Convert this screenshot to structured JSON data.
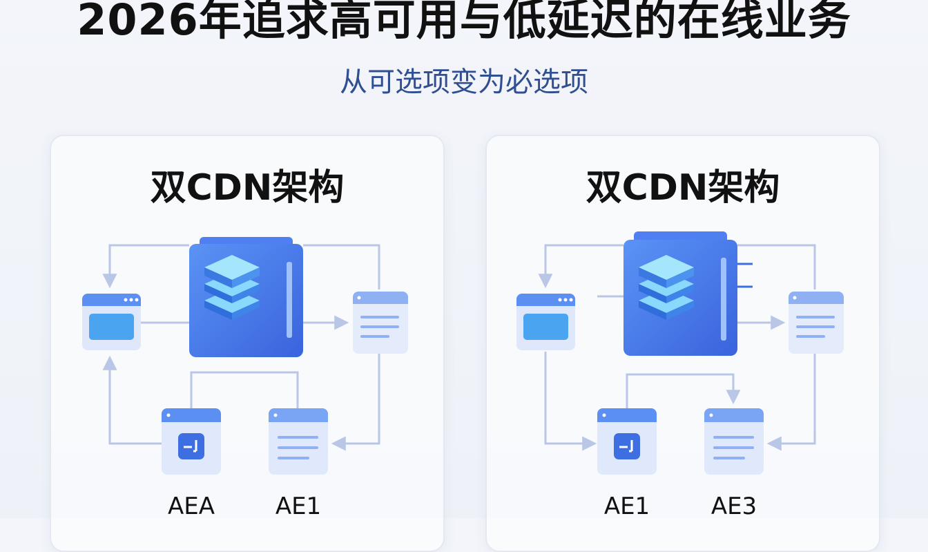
{
  "header": {
    "title": "2026年追求高可用与低延迟的在线业务",
    "subtitle": "从可选项变为必选项"
  },
  "panels": [
    {
      "title": "双CDN架构",
      "labels": [
        "AEA",
        "AE1"
      ]
    },
    {
      "title": "双CDN架构",
      "labels": [
        "AE1",
        "AE3"
      ]
    }
  ],
  "colors": {
    "accent": "#4a86f0",
    "server_dark": "#3d6fe3",
    "server_light": "#6aa3f7",
    "line": "#b9c6e6",
    "window_header": "#5b8ff2",
    "window_body": "#dfe8fb"
  },
  "icons": {
    "server": "layered-server-icon",
    "browser": "browser-window-icon",
    "document": "document-window-icon",
    "terminal": "terminal-window-icon"
  }
}
